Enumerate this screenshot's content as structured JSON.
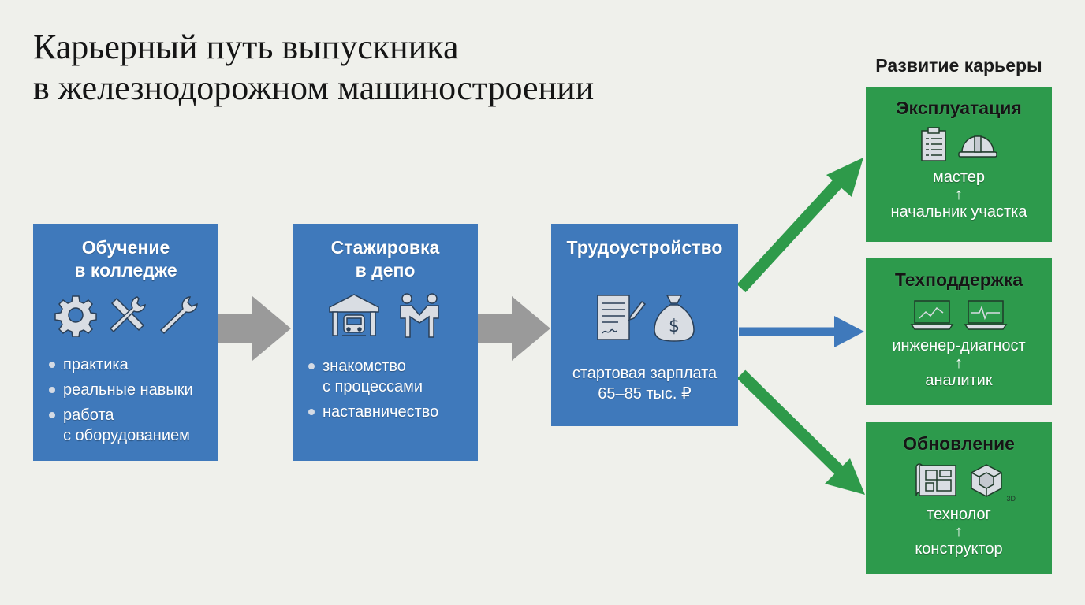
{
  "title": {
    "line1": "Карьерный путь выпускника",
    "line2": "в железнодорожном машиностроении"
  },
  "career_label": "Развитие карьеры",
  "stages": [
    {
      "head1": "Обучение",
      "head2": "в колледже",
      "icons": [
        "gear-icon",
        "crossed-tools-icon",
        "wrench-icon"
      ],
      "bullets": [
        "практика",
        "реальные навыки",
        "работа",
        "с оборудованием"
      ]
    },
    {
      "head1": "Стажировка",
      "head2": "в депо",
      "icons": [
        "depot-train-icon",
        "handshake-people-icon"
      ],
      "bullets": [
        "знакомство",
        "с процессами",
        "наставничество"
      ]
    },
    {
      "head1": "Трудоустройство",
      "icons": [
        "contract-icon",
        "money-bag-icon"
      ],
      "salary_line1": "стартовая зарплата",
      "salary_line2": "65–85 тыс. ₽"
    }
  ],
  "branches": [
    {
      "head": "Эксплуатация",
      "icons": [
        "clipboard-icon",
        "hard-hat-icon"
      ],
      "role_top": "мастер",
      "arrow": "↑",
      "role_bottom": "начальник участка"
    },
    {
      "head": "Техподдержка",
      "icons": [
        "laptop-chart-icon",
        "laptop-pulse-icon"
      ],
      "role_top": "инженер-диагност",
      "arrow": "↑",
      "role_bottom": "аналитик"
    },
    {
      "head": "Обновление",
      "icons": [
        "blueprint-icon",
        "cube-3d-icon"
      ],
      "icon_caption": "3D",
      "role_top": "технолог",
      "arrow": "↑",
      "role_bottom": "конструктор"
    }
  ],
  "colors": {
    "background": "#eff0eb",
    "stage_blue": "#3f79bb",
    "branch_green": "#2d9a4c",
    "arrow_gray": "#9a9a9a",
    "arrow_green": "#2e9a4a",
    "arrow_blue": "#3f79bb"
  }
}
